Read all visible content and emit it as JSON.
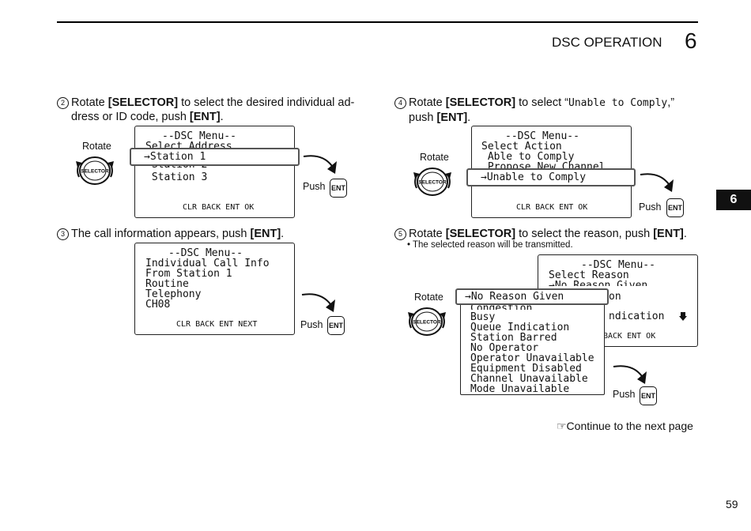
{
  "header": {
    "title": "DSC OPERATION",
    "chapter": "6"
  },
  "side_tab": "6",
  "page_number": "59",
  "continue_text": "☞Continue to the next page",
  "steps": {
    "s2": {
      "num": "2",
      "pre": "Rotate ",
      "b1": "[SELECTOR]",
      "mid": " to select the desired individual ad-",
      "line2": "dress or ID code, push ",
      "b2": "[ENT]",
      "end": "."
    },
    "s3": {
      "num": "3",
      "pre": "The call information appears, push ",
      "b1": "[ENT]",
      "end": "."
    },
    "s4": {
      "num": "4",
      "pre": "Rotate ",
      "b1": "[SELECTOR]",
      "mid": " to select “",
      "lcdword": "Unable to Comply",
      "post": ",”",
      "line2": "push ",
      "b2": "[ENT]",
      "end": "."
    },
    "s5": {
      "num": "5",
      "pre": "Rotate ",
      "b1": "[SELECTOR]",
      "mid": " to select the reason, push ",
      "b2": "[ENT]",
      "end": ".",
      "note": "• The selected reason will be transmitted."
    }
  },
  "controls": {
    "rotate": "Rotate",
    "push": "Push",
    "selector": "SELECTOR",
    "ent": "ENT"
  },
  "screens": {
    "s1": {
      "title": "--DSC Menu--",
      "sub": "Select Address",
      "selected": "→Station 1",
      "item2": " Station 2",
      "item3": " Station 3",
      "footer": "CLR BACK ENT OK"
    },
    "s2": {
      "title": "--DSC Menu--",
      "l1": "Individual Call Info",
      "l2": "From Station 1",
      "l3": "Routine",
      "l4": "Telephony",
      "l5": "CH08",
      "footer": "CLR BACK ENT NEXT"
    },
    "s3": {
      "title": "--DSC Menu--",
      "sub": "Select Action",
      "l1": " Able to Comply",
      "l2": " Propose New Channel",
      "selected": "→Unable to Comply",
      "footer": "CLR BACK ENT OK"
    },
    "s4": {
      "title": "--DSC Menu--",
      "sub": "Select Reason",
      "l1": "→No Reason Given",
      "l2": "on",
      "l3": "ndication",
      "footer": "BACK ENT OK"
    },
    "list": {
      "selected": "→No Reason Given",
      "items": [
        "Congestion",
        "Busy",
        "Queue Indication",
        "Station Barred",
        "No Operator",
        "Operator Unavailable",
        "Equipment Disabled",
        "Channel Unavailable",
        "Mode Unavailable"
      ]
    }
  }
}
